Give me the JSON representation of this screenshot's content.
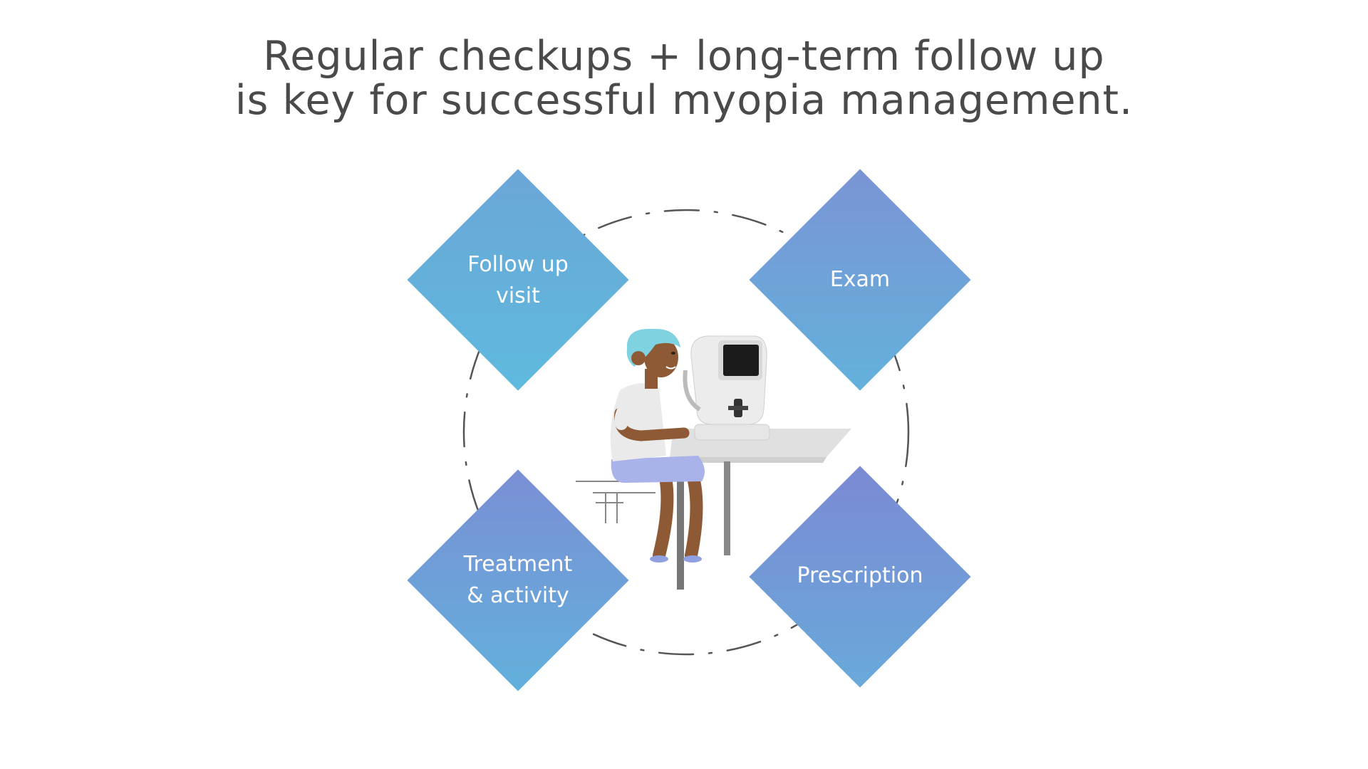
{
  "title": {
    "line1": "Regular checkups + long-term follow up",
    "line2": "is key for successful myopia management."
  },
  "cycle": {
    "steps": [
      {
        "label": "Follow up\nvisit"
      },
      {
        "label": "Exam"
      },
      {
        "label": "Treatment\n& activity"
      },
      {
        "label": "Prescription"
      }
    ]
  },
  "colors": {
    "title_text": "#4a4a4a",
    "diamond_blue": "#63b1dc",
    "diamond_purple": "#7a8fd4",
    "dash": "#555555"
  },
  "illustration": {
    "icon": "patient-at-autorefractor-icon"
  }
}
